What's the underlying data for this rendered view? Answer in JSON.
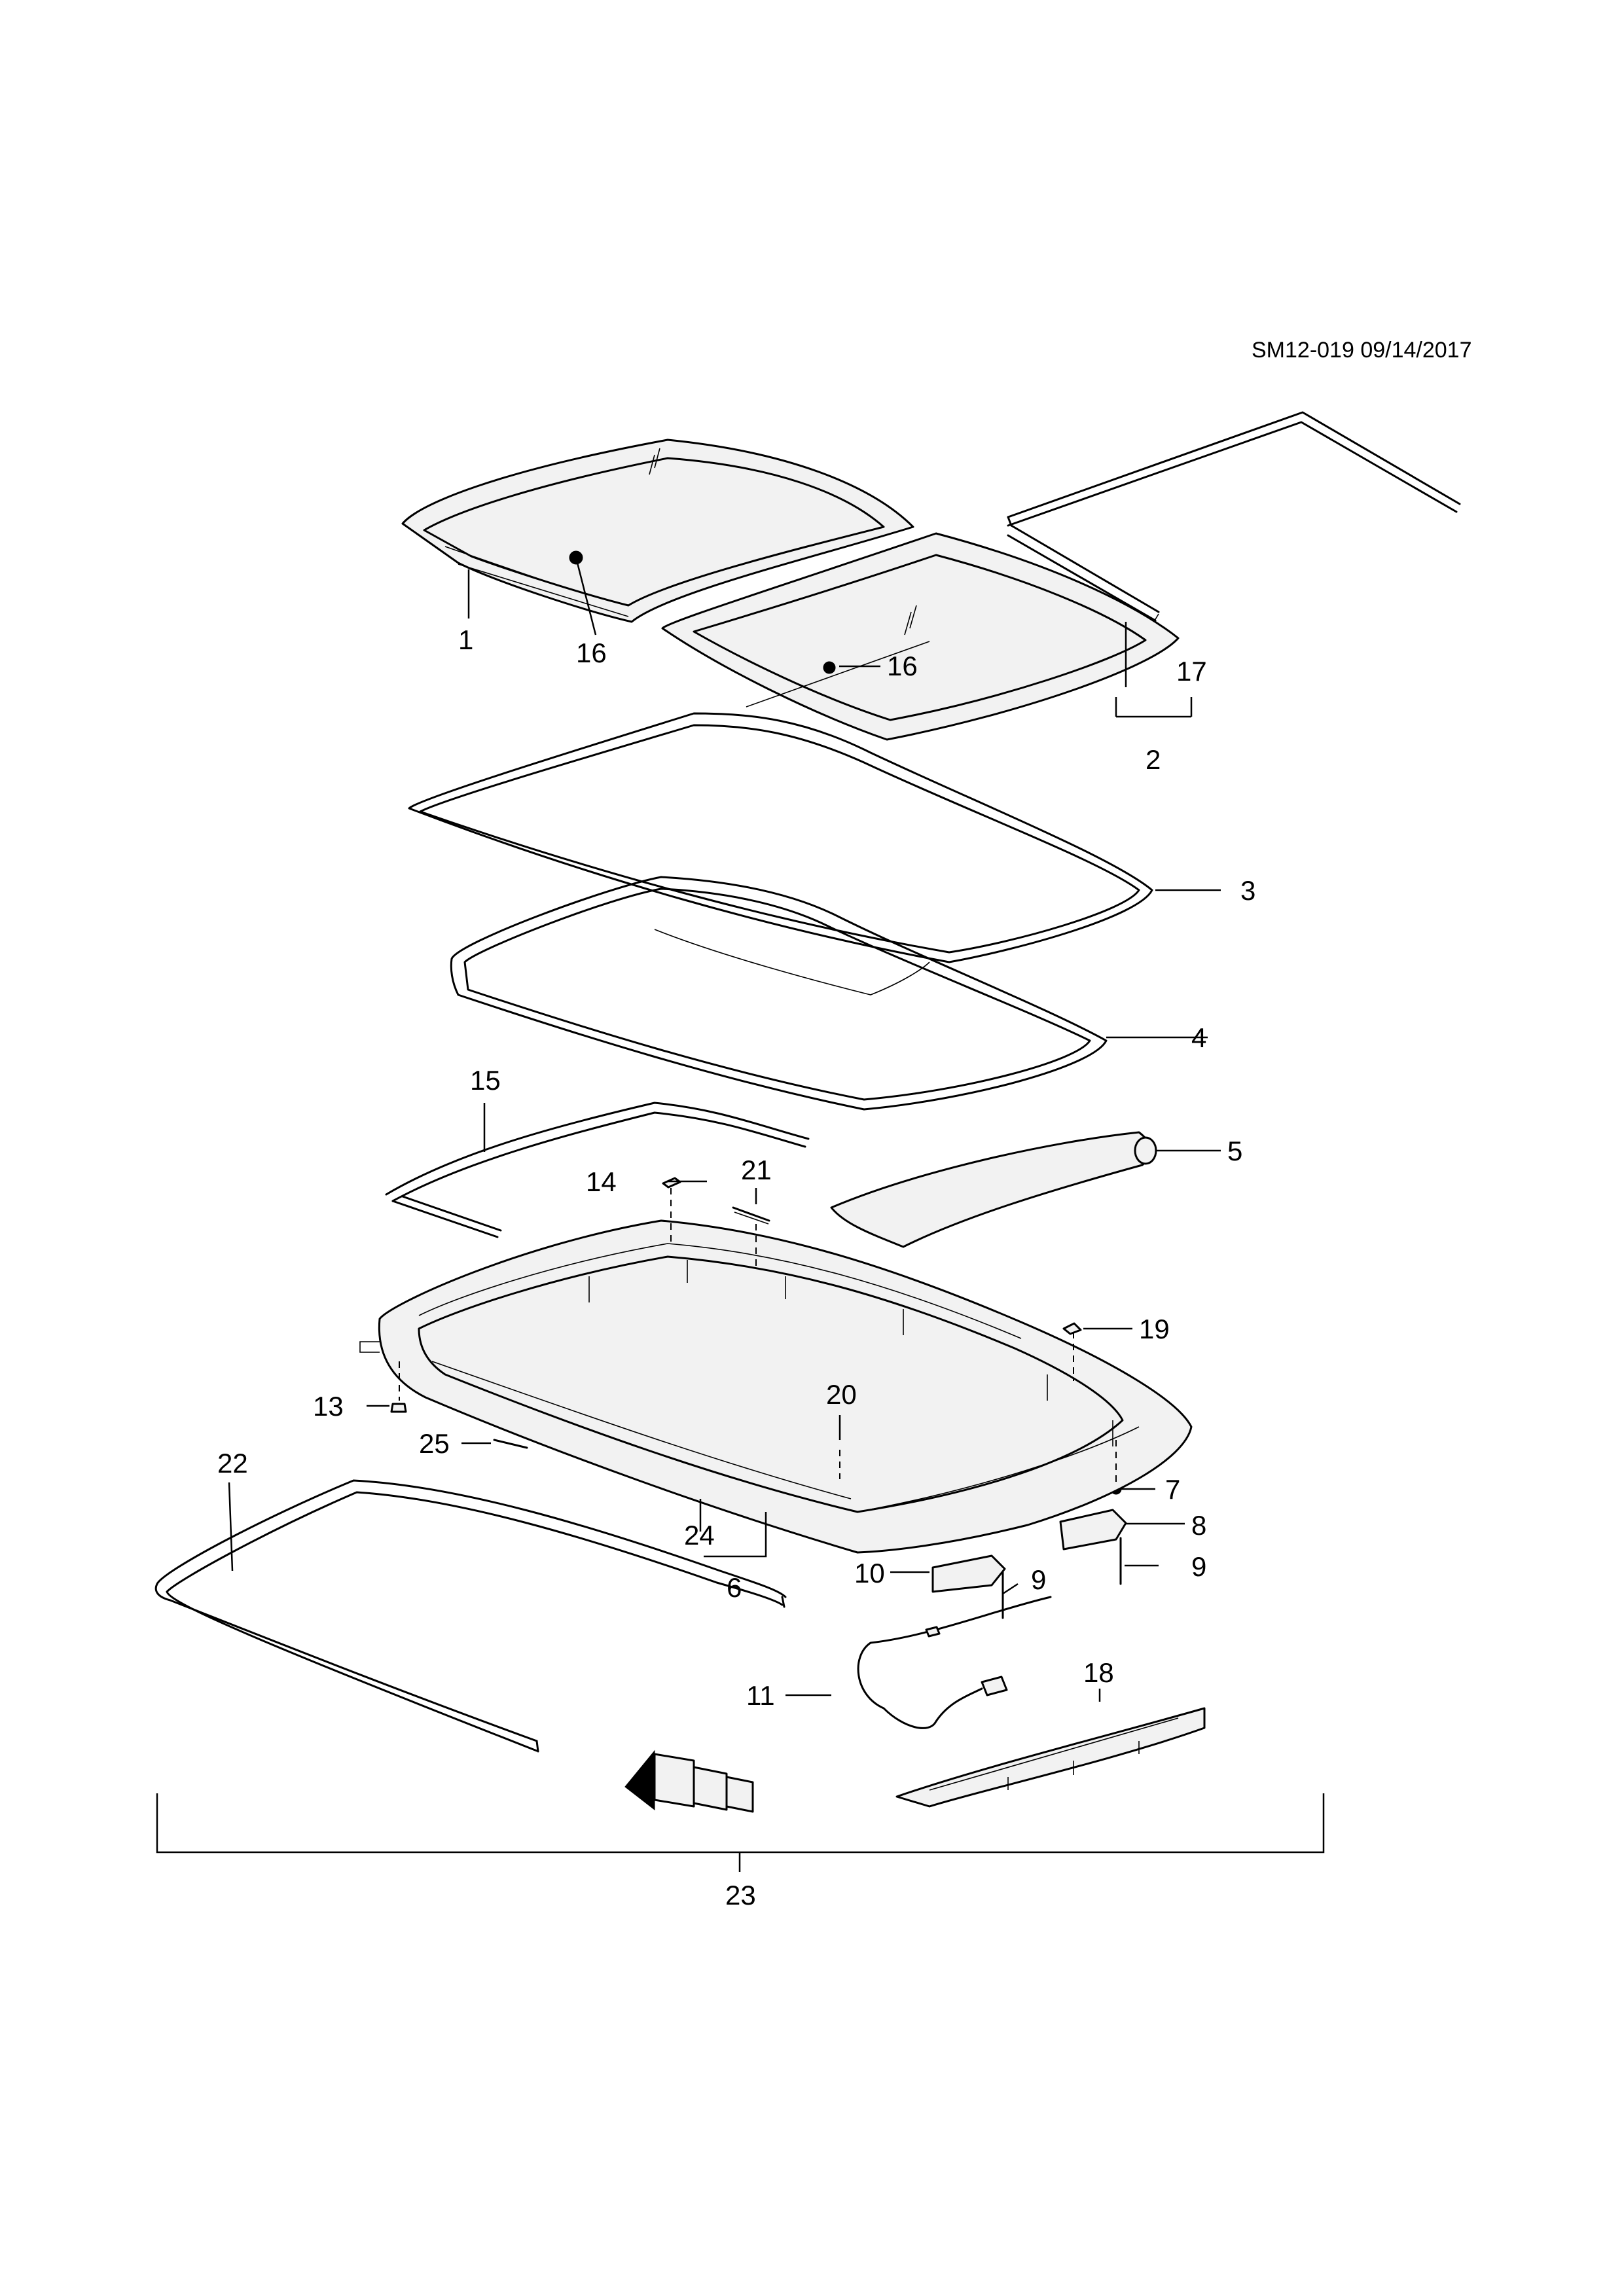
{
  "document": {
    "reference": "SM12-019 09/14/2017"
  },
  "callouts": {
    "c1": "1",
    "c2": "2",
    "c3": "3",
    "c4": "4",
    "c5": "5",
    "c6": "6",
    "c7": "7",
    "c8": "8",
    "c9a": "9",
    "c9b": "9",
    "c10": "10",
    "c11": "11",
    "c13": "13",
    "c14": "14",
    "c15": "15",
    "c16a": "16",
    "c16b": "16",
    "c17": "17",
    "c18": "18",
    "c19": "19",
    "c20": "20",
    "c21": "21",
    "c22": "22",
    "c23": "23",
    "c24": "24",
    "c25": "25"
  },
  "colors": {
    "ink": "#000000",
    "paper": "#ffffff"
  },
  "icons": {
    "orientation": "front-direction-arrow-icon"
  }
}
